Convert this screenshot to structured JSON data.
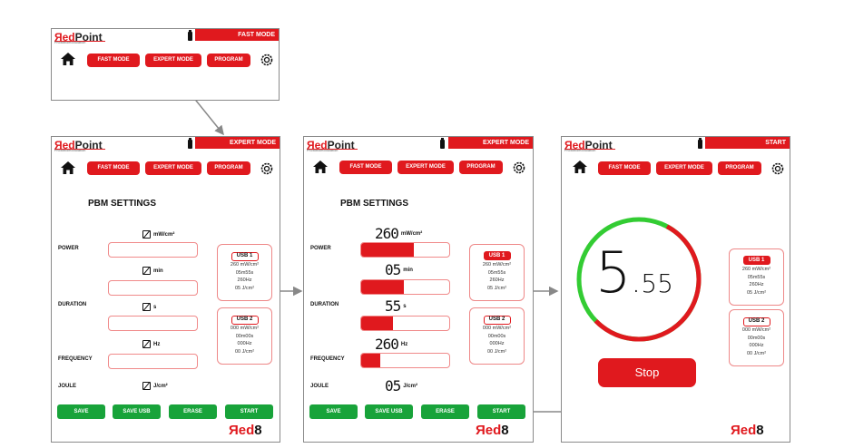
{
  "colors": {
    "accent": "#e0191e",
    "green": "#18a33a",
    "ring_green": "#33cc33"
  },
  "logo": {
    "red_part": "Яed",
    "black_part": "Point",
    "subtitle": "Photobiomodulation"
  },
  "brand": {
    "red_part": "Яed",
    "black_part": "8"
  },
  "nav": {
    "fast": "FAST MODE",
    "expert": "EXPERT MODE",
    "program": "PROGRAM"
  },
  "icons": {
    "home": "home-icon",
    "settings": "gear-icon",
    "battery": "battery-icon",
    "null": "null-value-icon",
    "arrow": "arrow-icon"
  },
  "screens": {
    "top": {
      "mode": "FAST MODE"
    },
    "s1": {
      "mode": "EXPERT MODE"
    },
    "s2": {
      "mode": "EXPERT MODE"
    },
    "s3": {
      "mode": "START"
    }
  },
  "settings": {
    "title": "PBM SETTINGS",
    "labels": {
      "power": "POWER",
      "duration": "DURATION",
      "frequency": "FREQUENCY",
      "joule": "JOULE"
    },
    "units": {
      "power": "mW/cm²",
      "duration": "min",
      "frequency_s": "s",
      "frequency": "Hz",
      "joule": "J/cm²"
    },
    "s2_values": {
      "power": "260",
      "duration": "05",
      "seconds": "55",
      "frequency": "260",
      "joule": "05"
    },
    "s2_fill": {
      "power": 0.6,
      "duration": 0.48,
      "seconds": 0.36,
      "frequency": 0.22
    }
  },
  "usb": {
    "usb1": {
      "label": "USB 1",
      "lines": [
        "260 mW/cm²",
        "05m55s",
        "260Hz",
        "05 J/cm²"
      ]
    },
    "usb2": {
      "label": "USB 2",
      "lines": [
        "000 mW/cm²",
        "00m00s",
        "000Hz",
        "00 J/cm²"
      ]
    }
  },
  "actions": {
    "save": "SAVE",
    "save_usb": "SAVE USB",
    "erase": "ERASE",
    "start": "START"
  },
  "timer": {
    "big": "5",
    "small": "55",
    "dot": ".",
    "progress_remaining": 0.55,
    "stop": "Stop"
  }
}
